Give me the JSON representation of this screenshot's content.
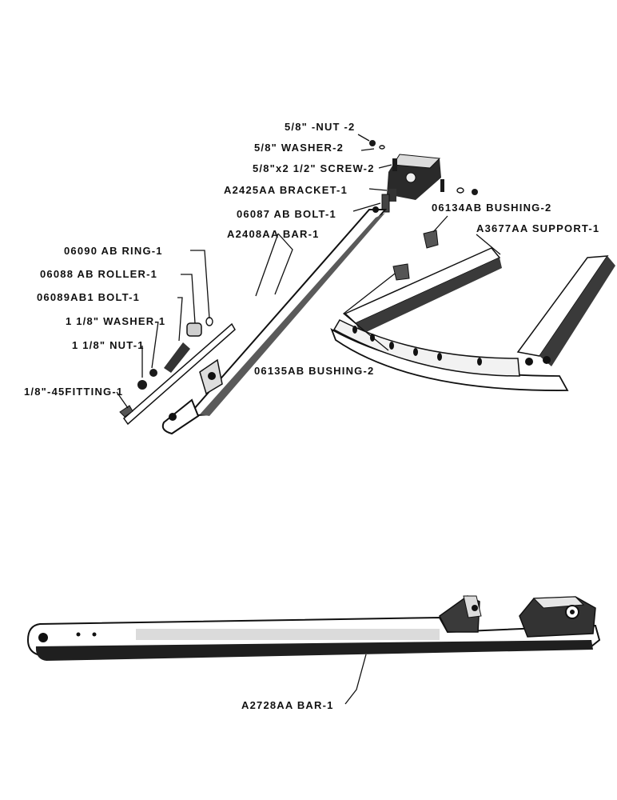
{
  "upper_assembly": {
    "labels": {
      "nut": "5/8\" -NUT -2",
      "washer58": "5/8\" WASHER-2",
      "screw": "5/8\"x2 1/2\" SCREW-2",
      "bracket": "A2425AA BRACKET-1",
      "bolt06087": "06087 AB BOLT-1",
      "bar2408": "A2408AA BAR-1",
      "ring": "06090 AB RING-1",
      "roller": "06088 AB ROLLER-1",
      "bolt06089": "06089AB1 BOLT-1",
      "washer118": "1 1/8\" WASHER-1",
      "nut118": "1 1/8\" NUT-1",
      "fitting": "1/8\"-45FITTING-1",
      "bushing06134": "06134AB BUSHING-2",
      "support": "A3677AA SUPPORT-1",
      "bushing06135": "06135AB BUSHING-2"
    }
  },
  "lower_assembly": {
    "labels": {
      "bar2728": "A2728AA BAR-1"
    }
  }
}
